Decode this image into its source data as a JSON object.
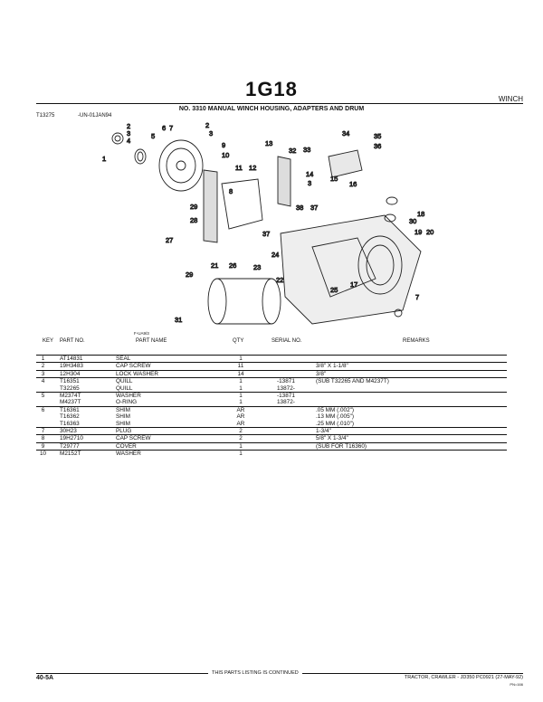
{
  "header": {
    "title": "1G18",
    "section": "WINCH",
    "subtitle": "NO. 3310 MANUAL WINCH HOUSING, ADAPTERS AND DRUM",
    "illustration_id": "T13275",
    "illustration_date": "-UN-01JAN94"
  },
  "figure": {
    "code": "F-UA9/3",
    "callouts": [
      "1",
      "2",
      "3",
      "4",
      "5",
      "6",
      "7",
      "2",
      "3",
      "9",
      "10",
      "11",
      "12",
      "8",
      "29",
      "28",
      "27",
      "29",
      "21",
      "26",
      "31",
      "13",
      "32",
      "33",
      "34",
      "35",
      "36",
      "14",
      "3",
      "15",
      "16",
      "38",
      "37",
      "37",
      "22",
      "24",
      "23",
      "25",
      "17",
      "18",
      "30",
      "19",
      "20",
      "7"
    ]
  },
  "table": {
    "headers": {
      "key": "KEY",
      "part_no": "PART NO.",
      "part_name": "PART NAME",
      "qty": "QTY",
      "serial_no": "SERIAL NO.",
      "remarks": "REMARKS"
    },
    "rows": [
      {
        "key": "1",
        "part": "AT14831",
        "name": "SEAL",
        "qty": "1",
        "serial": "",
        "remarks": ""
      },
      {
        "key": "2",
        "part": "19H3483",
        "name": "CAP SCREW",
        "qty": "11",
        "serial": "",
        "remarks": "3/8\" X 1-1/8\""
      },
      {
        "key": "3",
        "part": "12H304",
        "name": "LOCK WASHER",
        "qty": "14",
        "serial": "",
        "remarks": "3/8\""
      },
      {
        "key": "4",
        "part": "T16351",
        "name": "QUILL",
        "qty": "1",
        "serial": "-13871",
        "remarks": "(SUB T32265 AND M4237T)"
      },
      {
        "key": "",
        "part": "T32265",
        "name": "QUILL",
        "qty": "1",
        "serial": "13872-",
        "remarks": ""
      },
      {
        "key": "5",
        "part": "M2374T",
        "name": "WASHER",
        "qty": "1",
        "serial": "-13871",
        "remarks": ""
      },
      {
        "key": "",
        "part": "M4237T",
        "name": "O-RING",
        "qty": "1",
        "serial": "13872-",
        "remarks": ""
      },
      {
        "key": "6",
        "part": "T16361",
        "name": "SHIM",
        "qty": "AR",
        "serial": "",
        "remarks": ".05 MM (.002\")"
      },
      {
        "key": "",
        "part": "T16362",
        "name": "SHIM",
        "qty": "AR",
        "serial": "",
        "remarks": ".13 MM (.005\")"
      },
      {
        "key": "",
        "part": "T16363",
        "name": "SHIM",
        "qty": "AR",
        "serial": "",
        "remarks": ".25 MM (.010\")"
      },
      {
        "key": "7",
        "part": "30H23",
        "name": "PLUG",
        "qty": "2",
        "serial": "",
        "remarks": "1-3/4\""
      },
      {
        "key": "8",
        "part": "19H2710",
        "name": "CAP SCREW",
        "qty": "2",
        "serial": "",
        "remarks": "5/8\" X 1-3/4\""
      },
      {
        "key": "9",
        "part": "T29777",
        "name": "COVER",
        "qty": "1",
        "serial": "",
        "remarks": "(SUB FOR T16360)"
      },
      {
        "key": "10",
        "part": "M2152T",
        "name": "WASHER",
        "qty": "1",
        "serial": "",
        "remarks": ""
      }
    ]
  },
  "footer": {
    "page": "40-5A",
    "continued": "THIS PARTS LISTING IS CONTINUED",
    "info": "TRACTOR, CRAWLER - JD350   PC0921   (27-MAY-92)",
    "code": "PN=166"
  }
}
